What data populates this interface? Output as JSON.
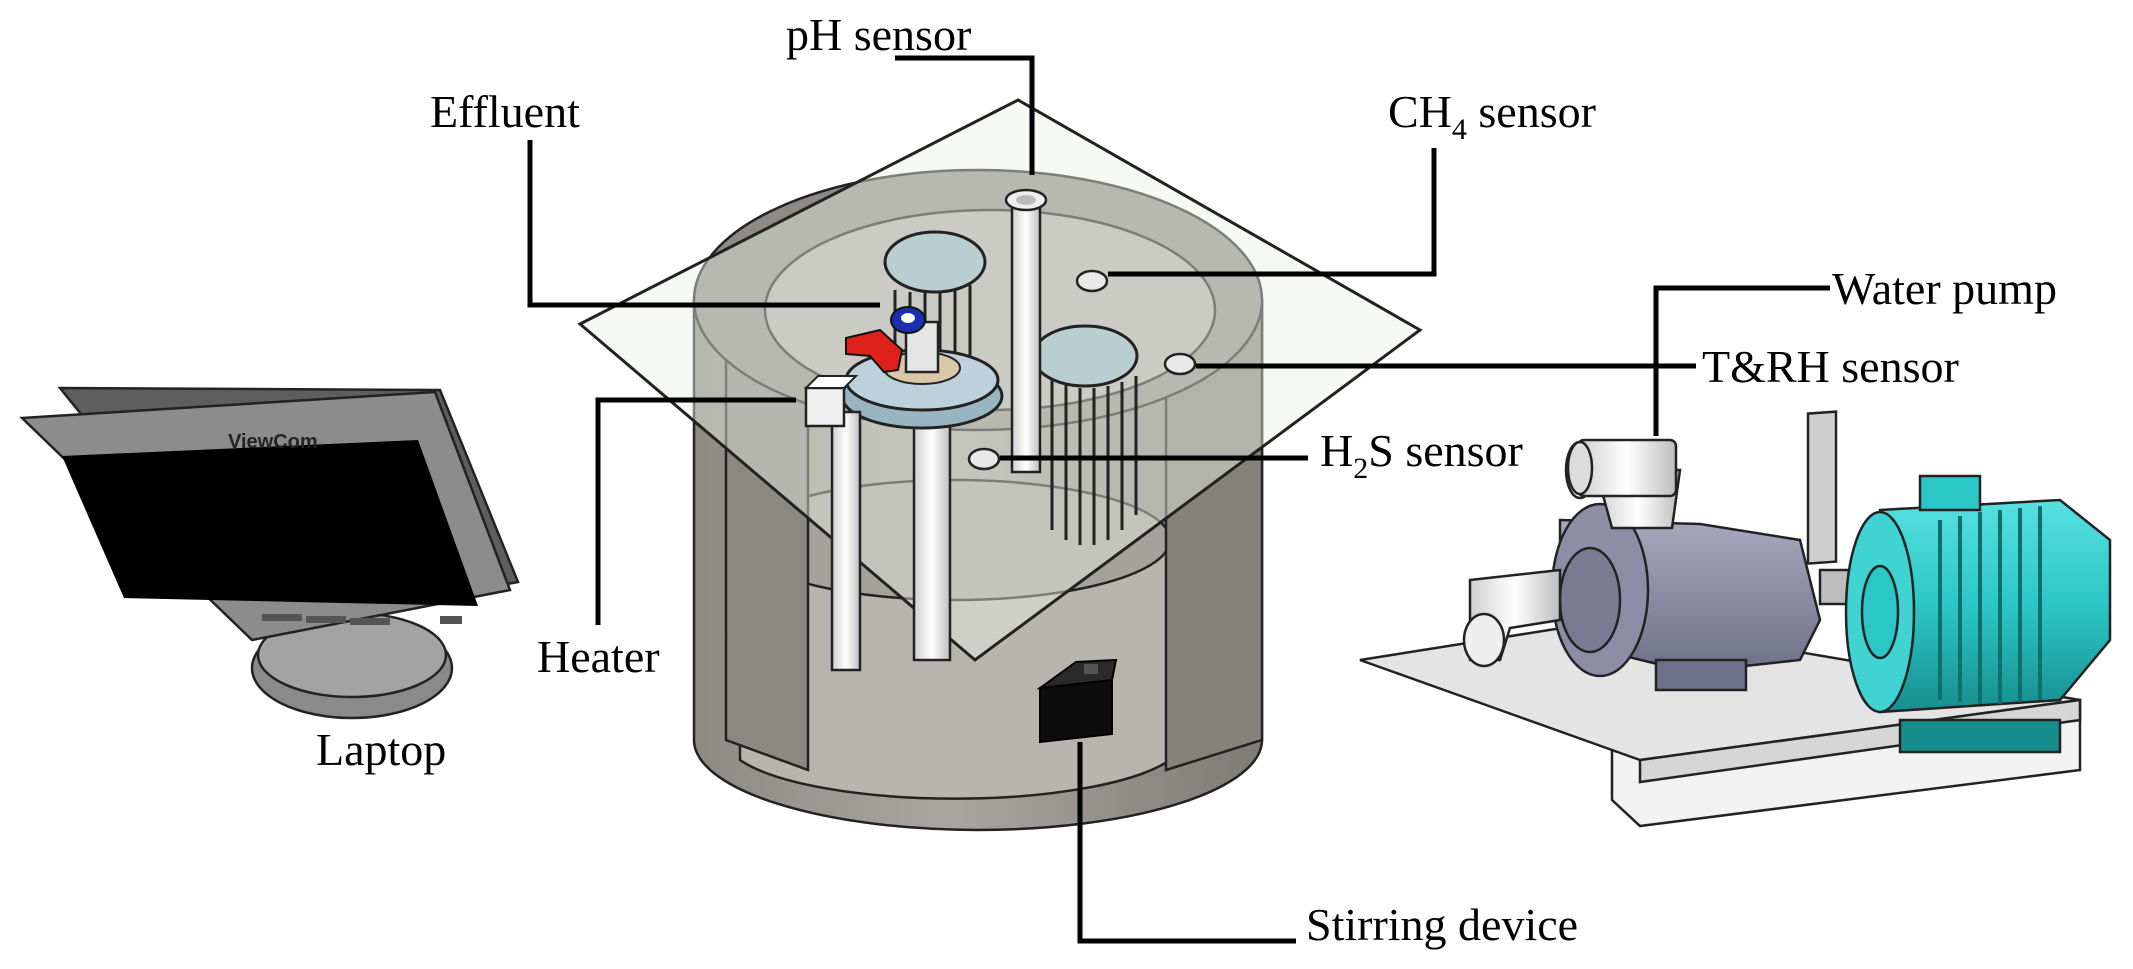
{
  "labels": {
    "ph_sensor": "pH sensor",
    "effluent": "Effluent",
    "ch4_sensor": {
      "base": "CH",
      "sub": "4",
      "rest": " sensor"
    },
    "water_pump": "Water pump",
    "trh_sensor": "T&RH sensor",
    "h2s_sensor": {
      "base": "H",
      "sub": "2",
      "rest": "S sensor"
    },
    "heater": "Heater",
    "laptop": "Laptop",
    "stirring_device": "Stirring device"
  },
  "monitor_brand": "ViewCom",
  "colors": {
    "concrete": "#9a9792",
    "concrete_dark": "#7d7a75",
    "concrete_inner": "#aeaba6",
    "pump_body": "#8f90a8",
    "motor": "#2bc6c6",
    "motor_dark": "#1a9a9a",
    "base_white": "#f2f2f2",
    "valve_red": "#e0201b",
    "valve_blue": "#1a2fb0",
    "monitor": "#7b7b7b",
    "screen": "#000000"
  }
}
